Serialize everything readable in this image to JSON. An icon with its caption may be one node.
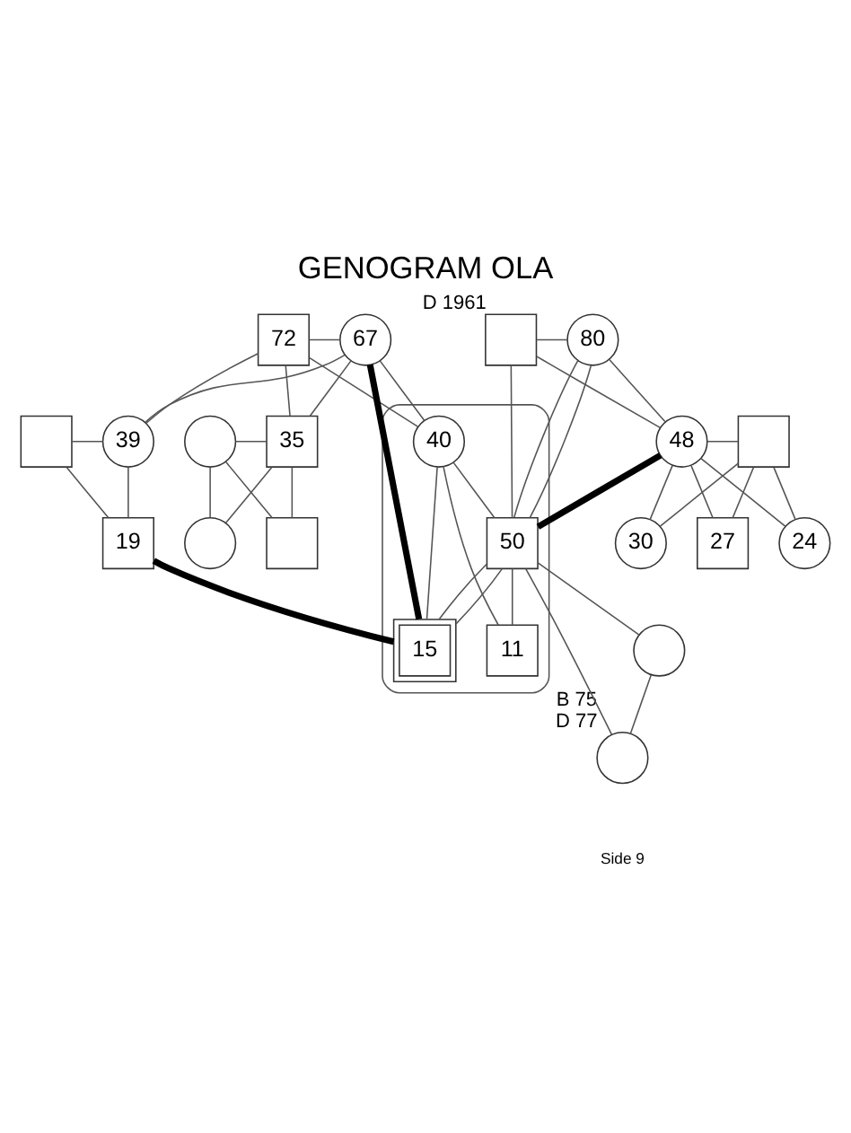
{
  "diagram": {
    "title": "GENOGRAM OLA",
    "nodes": [
      {
        "text": [
          "72"
        ]
      },
      {
        "text": [
          "67"
        ]
      },
      {
        "text": [],
        "shape": "box",
        "beside": [
          "D 1961"
        ]
      },
      {
        "text": [
          "80"
        ]
      },
      {
        "text": [],
        "shape": "circle"
      },
      {
        "text": [
          "35"
        ]
      },
      {
        "text": [],
        "shape": "box"
      },
      {
        "text": [
          "39"
        ]
      },
      {
        "text": [],
        "shape": "box"
      },
      {
        "text": [
          "40"
        ],
        "in": 8
      },
      {
        "text": [
          "50"
        ],
        "in": 8
      },
      {
        "text": [
          "11"
        ],
        "in": 8
      },
      {
        "text": [
          "15"
        ],
        "in": 8
      },
      {
        "text": [
          "48"
        ]
      },
      {
        "text": [],
        "shape": "box"
      },
      {
        "text": [],
        "shape": "circle"
      },
      {
        "text": [],
        "shape": "circle",
        "beside": [
          "B 75",
          "D 77"
        ]
      },
      {
        "text": [],
        "shape": "circle"
      },
      {
        "text": [],
        "shape": "box"
      },
      {
        "text": [
          "19"
        ]
      },
      {
        "text": [
          "30"
        ]
      },
      {
        "text": [
          "27"
        ]
      },
      {
        "text": [
          "24"
        ]
      }
    ],
    "edges": [
      {
        "from": 0,
        "to": 1,
        "arrow": "none"
      },
      {
        "from": 2,
        "to": 3,
        "arrow": "none"
      },
      {
        "from": 0,
        "to": 5,
        "arrow": "none"
      },
      {
        "from": 1,
        "to": 5,
        "arrow": "none"
      },
      {
        "from": 0,
        "to": 7,
        "arrow": "none"
      },
      {
        "from": 1,
        "to": 7,
        "arrow": "none"
      },
      {
        "from": 0,
        "to": 9,
        "arrow": "none"
      },
      {
        "from": 1,
        "to": 9,
        "arrow": "none"
      },
      {
        "from": 2,
        "to": 10,
        "arrow": "none"
      },
      {
        "from": 3,
        "to": 10,
        "arrow": "none"
      },
      {
        "from": 2,
        "to": 13,
        "arrow": "none"
      },
      {
        "from": 3,
        "to": 13,
        "arrow": "none"
      },
      {
        "from": 4,
        "to": 5,
        "arrow": "none"
      },
      {
        "from": 4,
        "to": 17,
        "arrow": "none"
      },
      {
        "from": 5,
        "to": 17,
        "arrow": "none"
      },
      {
        "from": 4,
        "to": 18,
        "arrow": "none"
      },
      {
        "from": 5,
        "to": 18,
        "arrow": "none"
      },
      {
        "from": 6,
        "to": 7,
        "arrow": "none"
      },
      {
        "from": 6,
        "to": 19,
        "arrow": "none"
      },
      {
        "from": 7,
        "to": 19,
        "arrow": "none"
      },
      {
        "from": 9,
        "to": 10,
        "arrow": "none"
      },
      {
        "from": 9,
        "to": 11,
        "arrow": "none"
      },
      {
        "from": 10,
        "to": 11,
        "arrow": "none"
      },
      {
        "from": 9,
        "to": 12,
        "arrow": "none"
      },
      {
        "from": 10,
        "to": 12,
        "arrow": "none"
      },
      {
        "from": 10,
        "to": 15,
        "arrow": "none"
      },
      {
        "from": 10,
        "to": 16,
        "arrow": "none"
      },
      {
        "from": 15,
        "to": 16,
        "arrow": "none"
      },
      {
        "from": 13,
        "to": 14,
        "arrow": "none"
      },
      {
        "from": 13,
        "to": 20,
        "arrow": "none"
      },
      {
        "from": 14,
        "to": 20,
        "arrow": "none"
      },
      {
        "from": 13,
        "to": 21,
        "arrow": "none"
      },
      {
        "from": 14,
        "to": 21,
        "arrow": "none"
      },
      {
        "from": 13,
        "to": 22,
        "arrow": "none"
      },
      {
        "from": 14,
        "to": 22,
        "arrow": "none"
      },
      {
        "from": 1,
        "to": 12,
        "arrow": "none",
        "style": "thick"
      },
      {
        "from": 19,
        "to": 12,
        "arrow": "none",
        "style": "thick"
      },
      {
        "from": 13,
        "to": 10,
        "arrow": "none",
        "style": "thick"
      },
      {
        "from": 3,
        "to": 10,
        "arrow": "none"
      },
      {
        "from": 10,
        "to": 12,
        "arrow": "none"
      }
    ],
    "labels": [
      "Side 9"
    ]
  }
}
